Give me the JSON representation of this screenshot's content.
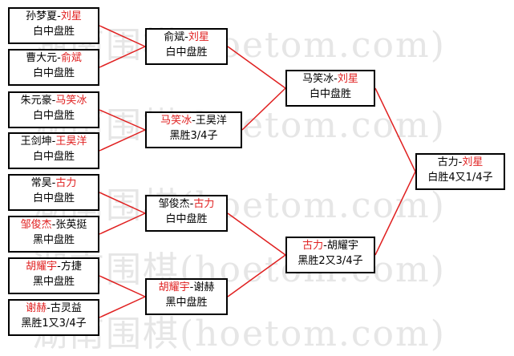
{
  "watermark": "湖南围棋(hoetom.com)",
  "colors": {
    "winner": "#e02020",
    "line": "#e02020",
    "border": "#000000",
    "text": "#000000"
  },
  "round1": [
    {
      "p1": "孙梦夏",
      "sep": "-",
      "p2": "刘星",
      "winner": 2,
      "result": "白中盘胜"
    },
    {
      "p1": "曹大元",
      "sep": "-",
      "p2": "俞斌",
      "winner": 2,
      "result": "白中盘胜"
    },
    {
      "p1": "朱元豪",
      "sep": "-",
      "p2": "马笑冰",
      "winner": 2,
      "result": "白中盘胜"
    },
    {
      "p1": "王剑坤",
      "sep": "-",
      "p2": "王昊洋",
      "winner": 2,
      "result": "白中盘胜"
    },
    {
      "p1": "常昊",
      "sep": "-",
      "p2": "古力",
      "winner": 2,
      "result": "白中盘胜"
    },
    {
      "p1": "邹俊杰",
      "sep": "-",
      "p2": "张英挺",
      "winner": 1,
      "result": "黑中盘胜"
    },
    {
      "p1": "胡耀宇",
      "sep": "-",
      "p2": "方捷",
      "winner": 1,
      "result": "黑中盘胜"
    },
    {
      "p1": "谢赫",
      "sep": "-",
      "p2": "古灵益",
      "winner": 1,
      "result": "黑胜1又3/4子"
    }
  ],
  "round2": [
    {
      "p1": "俞斌",
      "sep": "-",
      "p2": "刘星",
      "winner": 2,
      "result": "白中盘胜"
    },
    {
      "p1": "马笑冰",
      "sep": "-",
      "p2": "王昊洋",
      "winner": 1,
      "result": "黑胜3/4子"
    },
    {
      "p1": "邹俊杰",
      "sep": "-",
      "p2": "古力",
      "winner": 2,
      "result": "白中盘胜"
    },
    {
      "p1": "胡耀宇",
      "sep": "-",
      "p2": "谢赫",
      "winner": 1,
      "result": "黑中盘胜"
    }
  ],
  "round3": [
    {
      "p1": "马笑冰",
      "sep": "-",
      "p2": "刘星",
      "winner": 2,
      "result": "白中盘胜"
    },
    {
      "p1": "古力",
      "sep": "-",
      "p2": "胡耀宇",
      "winner": 1,
      "result": "黑胜2又3/4子"
    }
  ],
  "final": [
    {
      "p1": "古力",
      "sep": "-",
      "p2": "刘星",
      "winner": 2,
      "result": "白胜4又1/4子"
    }
  ]
}
